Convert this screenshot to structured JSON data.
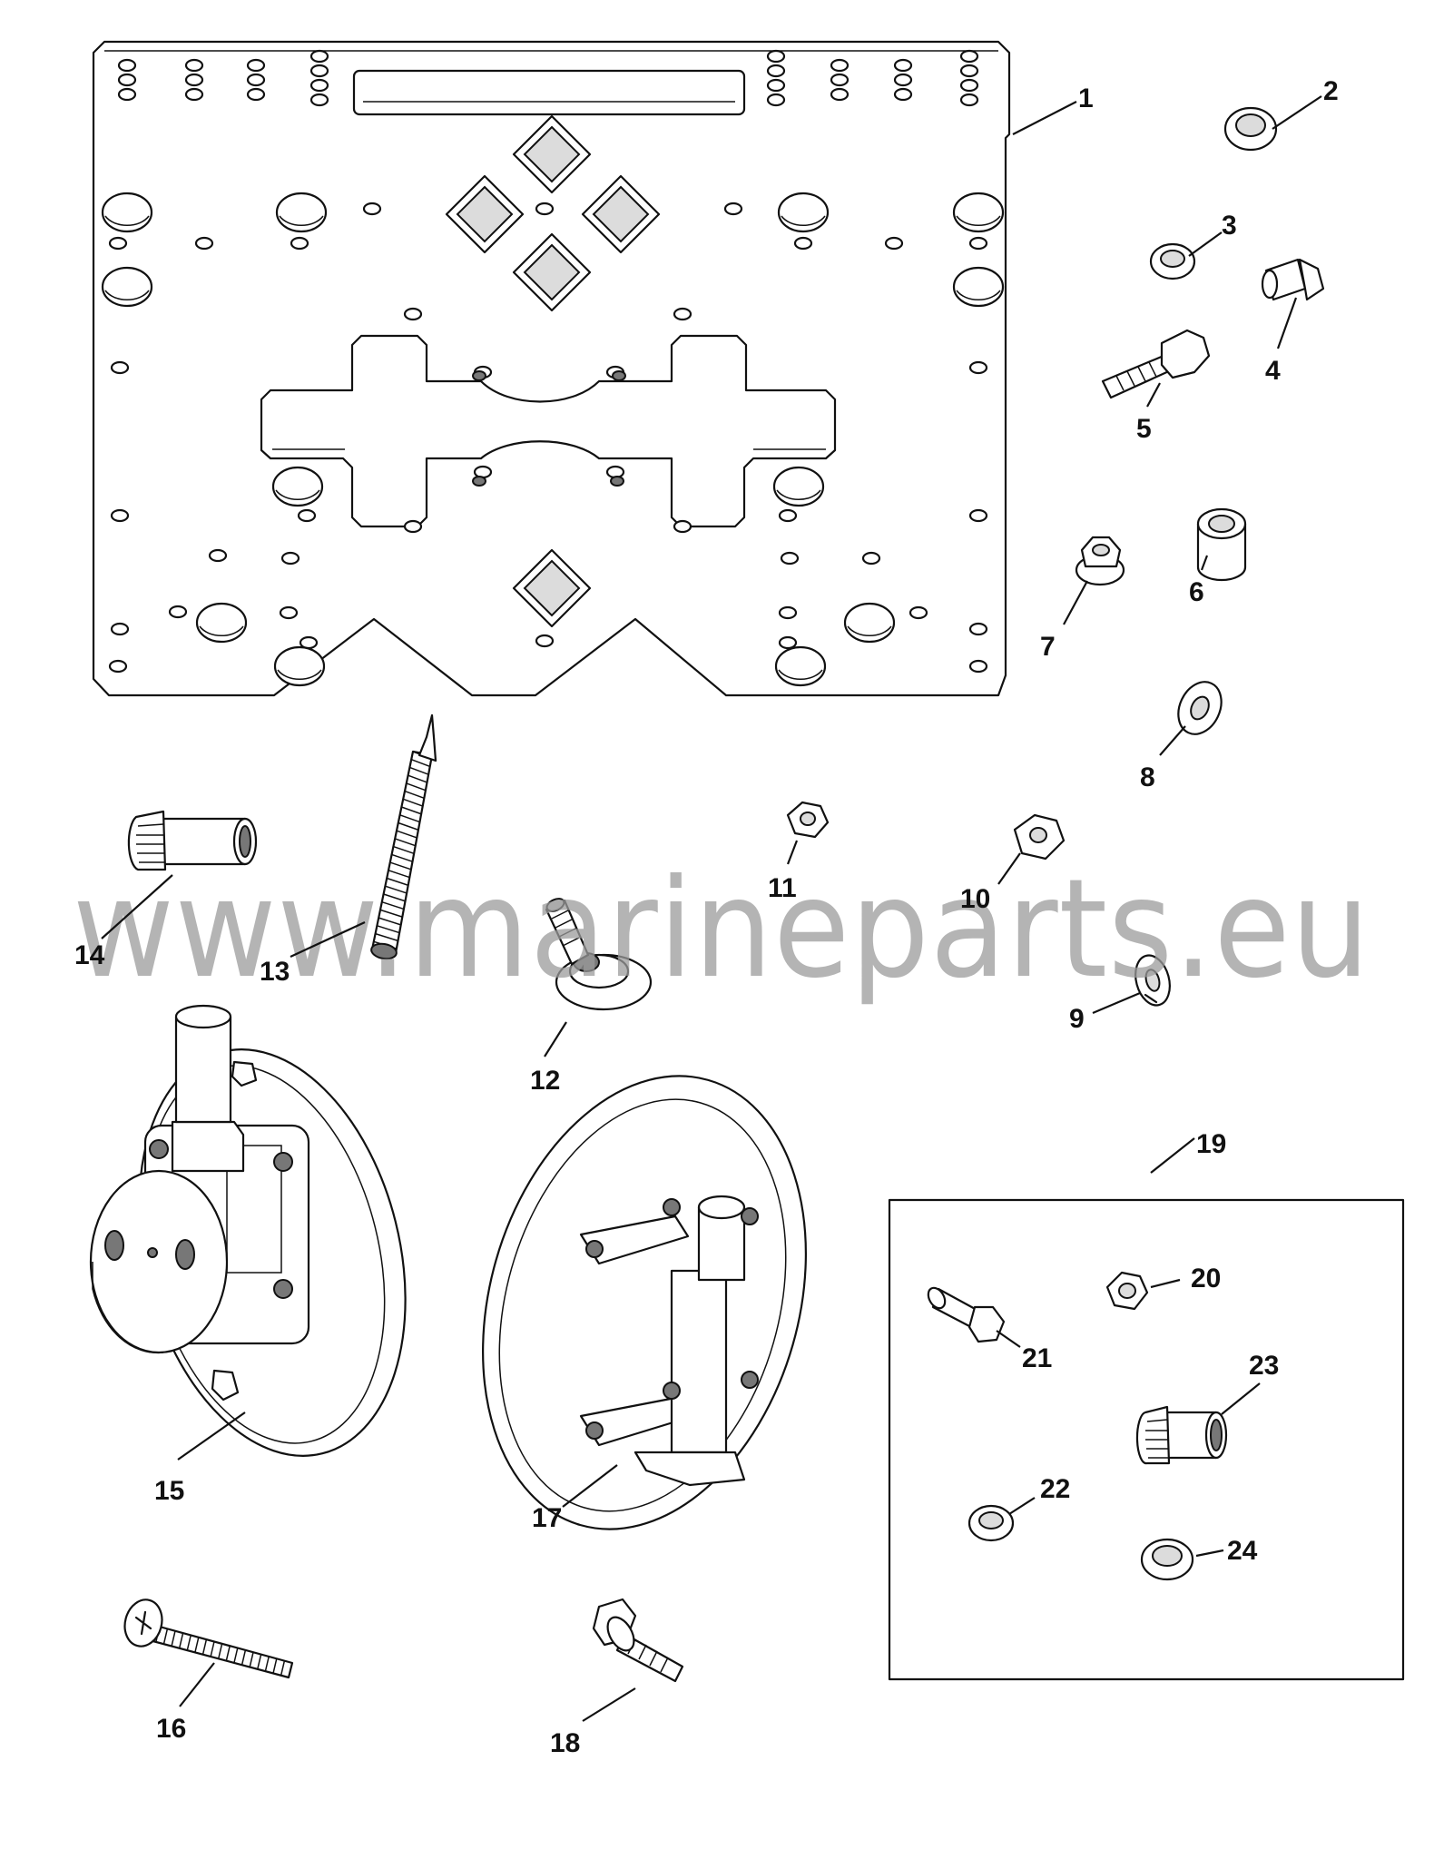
{
  "watermark": "www.marineparts.eu",
  "callouts": [
    {
      "id": "c1",
      "label": "1"
    },
    {
      "id": "c2",
      "label": "2"
    },
    {
      "id": "c3",
      "label": "3"
    },
    {
      "id": "c4",
      "label": "4"
    },
    {
      "id": "c5",
      "label": "5"
    },
    {
      "id": "c6",
      "label": "6"
    },
    {
      "id": "c7",
      "label": "7"
    },
    {
      "id": "c8",
      "label": "8"
    },
    {
      "id": "c9",
      "label": "9"
    },
    {
      "id": "c10",
      "label": "10"
    },
    {
      "id": "c11",
      "label": "11"
    },
    {
      "id": "c12",
      "label": "12"
    },
    {
      "id": "c13",
      "label": "13"
    },
    {
      "id": "c14",
      "label": "14"
    },
    {
      "id": "c15",
      "label": "15"
    },
    {
      "id": "c16",
      "label": "16"
    },
    {
      "id": "c17",
      "label": "17"
    },
    {
      "id": "c18",
      "label": "18"
    },
    {
      "id": "c19",
      "label": "19"
    },
    {
      "id": "c20",
      "label": "20"
    },
    {
      "id": "c21",
      "label": "21"
    },
    {
      "id": "c22",
      "label": "22"
    },
    {
      "id": "c23",
      "label": "23"
    },
    {
      "id": "c24",
      "label": "24"
    }
  ]
}
